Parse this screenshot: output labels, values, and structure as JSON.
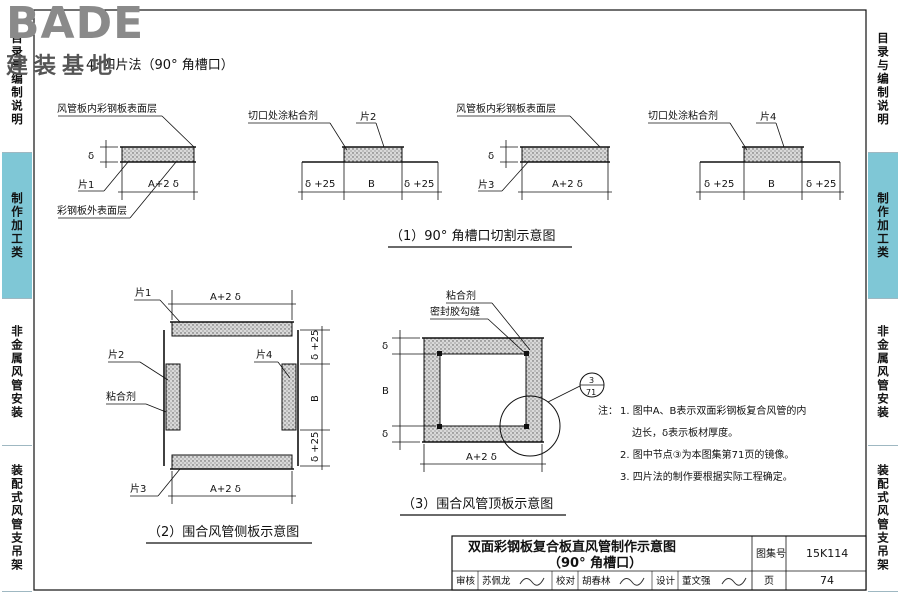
{
  "sidebar_left": [
    {
      "label": "目录与编制说明",
      "active": false
    },
    {
      "label": "制作加工类",
      "active": true
    },
    {
      "label": "非金属风管安装",
      "active": false
    },
    {
      "label": "装配式风管支吊架",
      "active": false
    }
  ],
  "sidebar_right": [
    {
      "label": "目录与编制说明",
      "active": false
    },
    {
      "label": "制作加工类",
      "active": true
    },
    {
      "label": "非金属风管安装",
      "active": false
    },
    {
      "label": "装配式风管支吊架",
      "active": false
    }
  ],
  "logo": {
    "mark": "BADE",
    "sub": "建装基地"
  },
  "section_title": "4. 四片法（90° 角槽口）",
  "fig1": {
    "caption": "（1）90° 角槽口切割示意图",
    "label_inner_surface": "风管板内彩钢板表面层",
    "label_outer_surface": "彩钢板外表面层",
    "label_glue": "切口处涂粘合剂",
    "piece1": "片1",
    "piece2": "片2",
    "piece3": "片3",
    "piece4": "片4",
    "dim_a2d": "A+2 δ",
    "dim_d25": "δ +25",
    "dim_b": "B",
    "dim_d": "δ"
  },
  "fig2": {
    "caption": "（2）围合风管侧板示意图",
    "piece1": "片1",
    "piece2": "片2",
    "piece3": "片3",
    "piece4": "片4",
    "glue": "粘合剂",
    "dim_a2d": "A+2 δ",
    "dim_d25": "δ +25",
    "dim_b": "B"
  },
  "fig3": {
    "caption": "（3）围合风管顶板示意图",
    "glue": "粘合剂",
    "seal": "密封胶勾缝",
    "dim_d": "δ",
    "dim_b": "B",
    "dim_a2d": "A+2 δ",
    "node_num": "3",
    "node_page": "71"
  },
  "notes": {
    "head": "注：",
    "items": [
      "1. 图中A、B表示双面彩钢板复合风管的内",
      "边长，δ表示板材厚度。",
      "2. 图中节点③为本图集第71页的镜像。",
      "3. 四片法的制作要根据实际工程确定。"
    ]
  },
  "title_block": {
    "title1": "双面彩钢板复合板直风管制作示意图",
    "title2": "（90° 角槽口）",
    "atlas_label": "图集号",
    "atlas_value": "15K114",
    "review": "审核",
    "reviewer": "苏佩龙",
    "check": "校对",
    "checker": "胡春林",
    "design": "设计",
    "designer": "董文强",
    "page_label": "页",
    "page_value": "74"
  }
}
